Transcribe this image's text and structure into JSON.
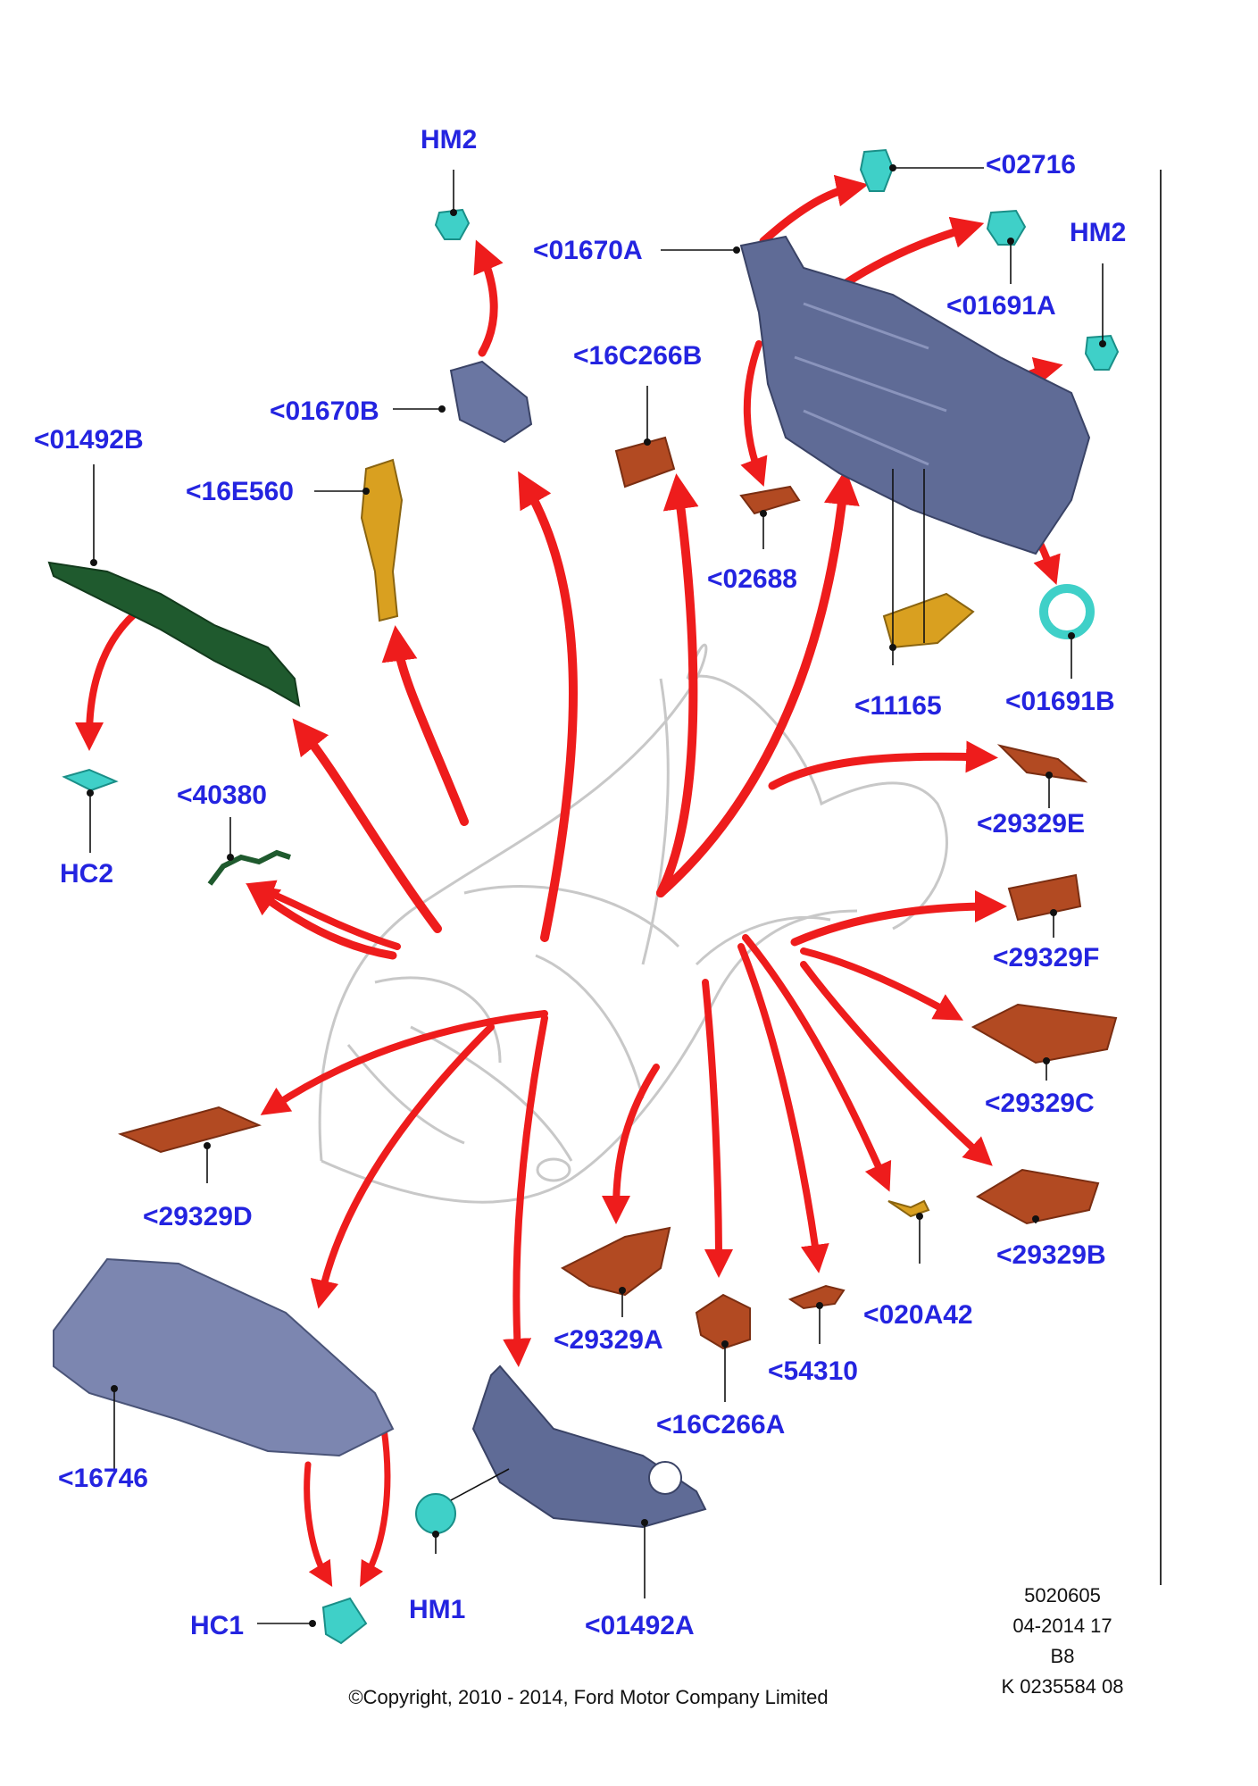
{
  "labels": {
    "hm2_top": "HM2",
    "c02716": "<02716",
    "c01670a": "<01670A",
    "c01691a": "<01691A",
    "hm2_right": "HM2",
    "c16c266b": "<16C266B",
    "c01670b": "<01670B",
    "c01492b": "<01492B",
    "c16e560": "<16E560",
    "c02688": "<02688",
    "c11165": "<11165",
    "c01691b": "<01691B",
    "c29329e": "<29329E",
    "hc2": "HC2",
    "c40380": "<40380",
    "c29329f": "<29329F",
    "c29329c": "<29329C",
    "c29329d": "<29329D",
    "c29329b": "<29329B",
    "c020a42": "<020A42",
    "c29329a": "<29329A",
    "c54310": "<54310",
    "c16746": "<16746",
    "c16c266a": "<16C266A",
    "hm1": "HM1",
    "hc1": "HC1",
    "c01492a": "<01492A"
  },
  "meta": {
    "line1": "5020605",
    "line2": "04-2014 17",
    "line3": "B8",
    "line4": "K 0235584 08"
  },
  "copyright": "©Copyright, 2010 - 2014, Ford Motor Company Limited",
  "colors": {
    "label": "#2424e0",
    "arrow": "#ee1c1c",
    "clip": "#3fd0c8",
    "panel_blue": "#5f6b96",
    "pad_brown": "#b24a22",
    "pad_amber": "#d9a020",
    "wire_green": "#1f5a2e"
  }
}
